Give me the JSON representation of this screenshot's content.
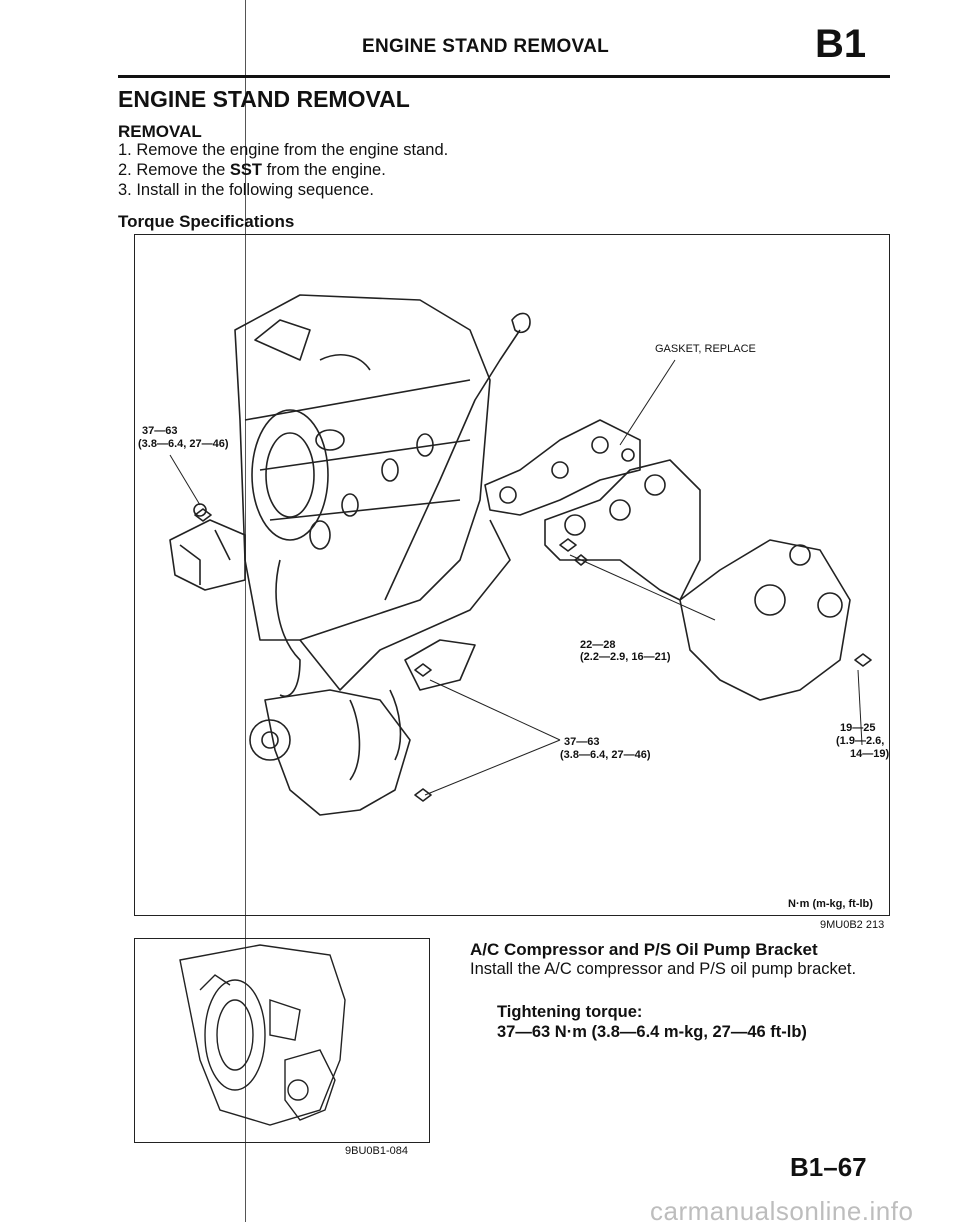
{
  "header": {
    "title": "ENGINE STAND REMOVAL",
    "section_code": "B1"
  },
  "section": {
    "title": "ENGINE STAND REMOVAL"
  },
  "removal": {
    "heading": "REMOVAL",
    "steps": [
      {
        "pre": "1. Remove the engine from the engine stand.",
        "bold": "",
        "post": ""
      },
      {
        "pre": "2. Remove the ",
        "bold": "SST",
        "post": " from the engine."
      },
      {
        "pre": "3. Install in the following sequence.",
        "bold": "",
        "post": ""
      }
    ]
  },
  "torque_specs": {
    "heading": "Torque Specifications"
  },
  "figure_main": {
    "labels": {
      "gasket": "GASKET, REPLACE",
      "mount_left_1": "37—63",
      "mount_left_2": "(3.8—6.4, 27—46)",
      "manifold_nut_1": "22—28",
      "manifold_nut_2": "(2.2—2.9, 16—21)",
      "bracket_bolt_1": "37—63",
      "bracket_bolt_2": "(3.8—6.4, 27—46)",
      "heat_shield_1": "19—25",
      "heat_shield_2": "(1.9—2.6,",
      "heat_shield_3": "14—19)",
      "units": "N·m (m-kg, ft-lb)"
    },
    "code": "9MU0B2 213"
  },
  "figure_small": {
    "code": "9BU0B1-084"
  },
  "bracket": {
    "title": "A/C Compressor and P/S Oil Pump Bracket",
    "text": "Install the A/C compressor and P/S oil pump bracket.",
    "torque_label": "Tightening torque:",
    "torque_value": "37—63 N·m (3.8—6.4 m-kg, 27—46 ft-lb)"
  },
  "footer": {
    "page_number": "B1–67",
    "watermark": "carmanualsonline.info"
  }
}
